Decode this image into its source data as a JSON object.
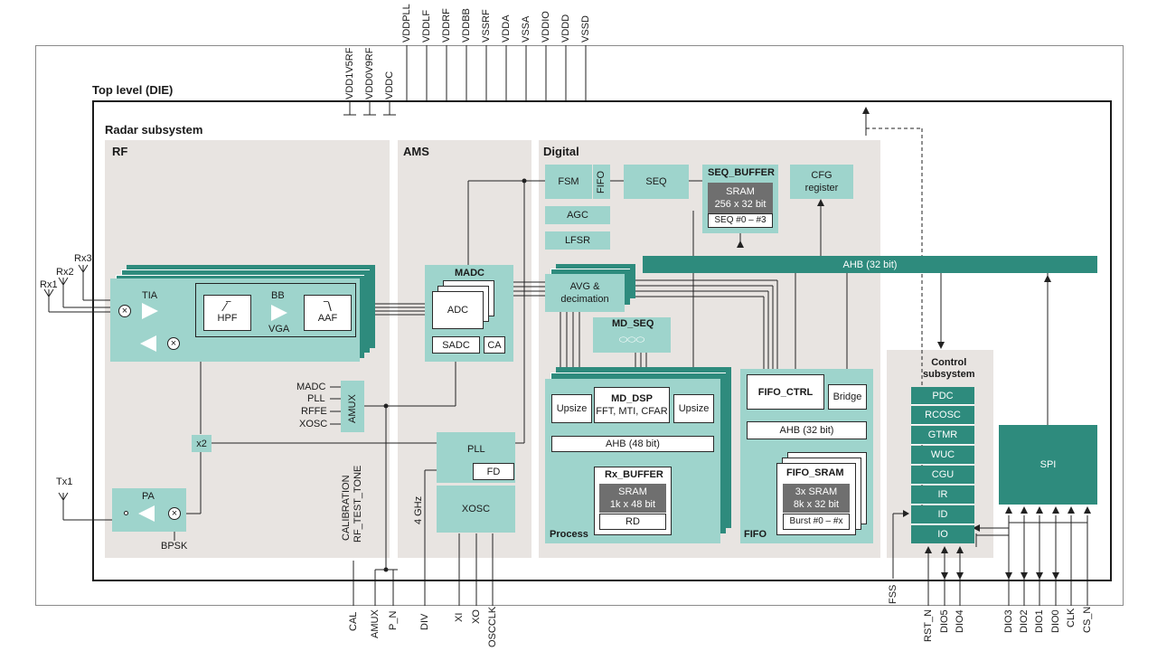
{
  "top_pins": [
    "VDDPLL",
    "VDDLF",
    "VDDRF",
    "VDDBB",
    "VSSRF",
    "VDDA",
    "VSSA",
    "VDDIO",
    "VDDD",
    "VSSD"
  ],
  "top_pins2": [
    "VDD1V5RF",
    "VDD0V9RF",
    "VDDC"
  ],
  "bottom_pins": [
    "CAL",
    "AMUX",
    "P_N",
    "DIV",
    "XI",
    "XO",
    "OSCCLK"
  ],
  "bottom_pins_right": [
    "FSS",
    "RST_N",
    "DIO5",
    "DIO4",
    "DIO3",
    "DIO2",
    "DIO1",
    "DIO0",
    "CLK",
    "CS_N"
  ],
  "titles": {
    "top_level": "Top level (DIE)",
    "radar": "Radar subsystem",
    "rf": "RF",
    "ams": "AMS",
    "digital": "Digital",
    "control": "Control\nsubsystem",
    "process": "Process",
    "fifo": "FIFO"
  },
  "rf": {
    "rx1": "Rx1",
    "rx2": "Rx2",
    "rx3": "Rx3",
    "tx1": "Tx1",
    "tia": "TIA",
    "hpf": "HPF",
    "bb": "BB",
    "vga": "VGA",
    "aaf": "AAF",
    "pa": "PA",
    "bpsk": "BPSK",
    "x2": "x2"
  },
  "ams": {
    "madc": "MADC",
    "adc": "ADC",
    "sadc": "SADC",
    "ca": "CA",
    "amux": "AMUX",
    "amux_inputs": [
      "MADC",
      "PLL",
      "RFFE",
      "XOSC"
    ],
    "pll": "PLL",
    "fd": "FD",
    "xosc": "XOSC",
    "ghz": "4 GHz",
    "calibration": "CALIBRATION",
    "rf_test_tone": "RF_TEST_TONE"
  },
  "digital": {
    "fsm": "FSM",
    "fifo_small": "FIFO",
    "seq": "SEQ",
    "seq_buffer": "SEQ_BUFFER",
    "seq_sram": "SRAM",
    "seq_sram_size": "256 x 32 bit",
    "seq_range": "SEQ #0 – #3",
    "cfg": "CFG",
    "register": "register",
    "agc": "AGC",
    "lfsr": "LFSR",
    "avg": "AVG &",
    "decimation": "decimation",
    "ahb32": "AHB (32 bit)",
    "md_seq": "MD_SEQ",
    "upsize": "Upsize",
    "md_dsp": "MD_DSP",
    "md_dsp_sub": "FFT, MTI, CFAR",
    "ahb48": "AHB (48 bit)",
    "rx_buffer": "Rx_BUFFER",
    "rx_sram": "SRAM",
    "rx_sram_size": "1k x 48 bit",
    "rd": "RD",
    "fifo_ctrl": "FIFO_CTRL",
    "bridge": "Bridge",
    "fifo_ahb": "AHB (32 bit)",
    "fifo_sram": "FIFO_SRAM",
    "fifo_sram_size1": "3x SRAM",
    "fifo_sram_size2": "8k x 32 bit",
    "burst": "Burst #0 – #x"
  },
  "control": {
    "items": [
      "PDC",
      "RCOSC",
      "GTMR",
      "WUC",
      "CGU",
      "IR",
      "ID",
      "IO"
    ],
    "spi": "SPI"
  },
  "colors": {
    "gray": "#e8e4e1",
    "teal": "#9ed4cc",
    "dark_teal": "#2e8b7d",
    "sram": "#6f6f6f"
  }
}
